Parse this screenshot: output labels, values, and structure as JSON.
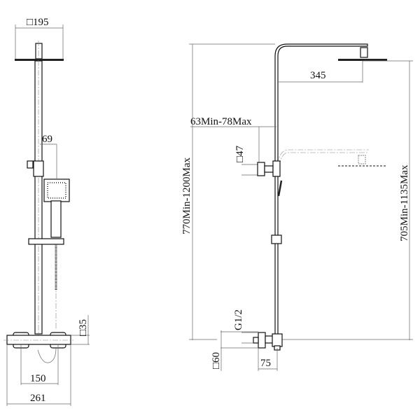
{
  "front_view": {
    "head_size": "□195",
    "handshower_offset": "69",
    "mixer_depth": "□35",
    "inlet_centers": "150",
    "mixer_width": "261"
  },
  "side_view": {
    "arm_reach": "345",
    "wall_distance": "63Min-78Max",
    "diverter_size": "□47",
    "total_height": "770Min-1200Max",
    "head_height": "705Min-1135Max",
    "inlet_thread": "G1/2",
    "inlet_size": "□60",
    "inlet_offset": "75"
  },
  "colors": {
    "line": "#111111",
    "dim": "#666666"
  }
}
